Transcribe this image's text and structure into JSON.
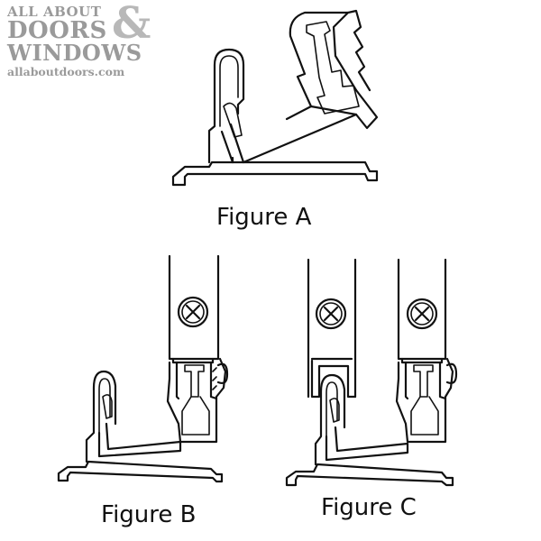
{
  "watermark": {
    "line1": "ALL ABOUT",
    "line2": "DOORS",
    "ampersand": "&",
    "line3": "WINDOWS",
    "url": "allaboutdoors.com"
  },
  "figures": {
    "a": {
      "caption": "Figure A"
    },
    "b": {
      "caption": "Figure B"
    },
    "c": {
      "caption": "Figure C"
    }
  },
  "colors": {
    "line": "#111111",
    "watermark": "#9a9a9a",
    "background": "#ffffff"
  },
  "icons": [
    "screw-head-icon"
  ]
}
